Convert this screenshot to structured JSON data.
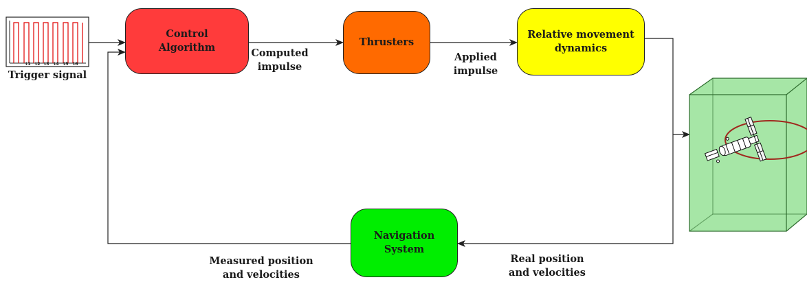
{
  "colors": {
    "control": "#ff3b3b",
    "thrusters": "#ff6a00",
    "dynamics": "#ffff00",
    "navigation": "#00ee00",
    "cube": "#a6e6a6",
    "trigger": "#e00000"
  },
  "blocks": {
    "control": "Control\nAlgorithm",
    "thrusters": "Thrusters",
    "dynamics": "Relative movement\ndynamics",
    "navigation": "Navigation\nSystem"
  },
  "edge_labels": {
    "computed": "Computed\nimpulse",
    "applied": "Applied\nimpulse",
    "real": "Real position\nand velocities",
    "measured": "Measured position\nand velocities"
  },
  "trigger": {
    "caption": "Trigger signal",
    "ticks": [
      "t1",
      "t2",
      "t3",
      "t4",
      "t5",
      "t6"
    ]
  }
}
